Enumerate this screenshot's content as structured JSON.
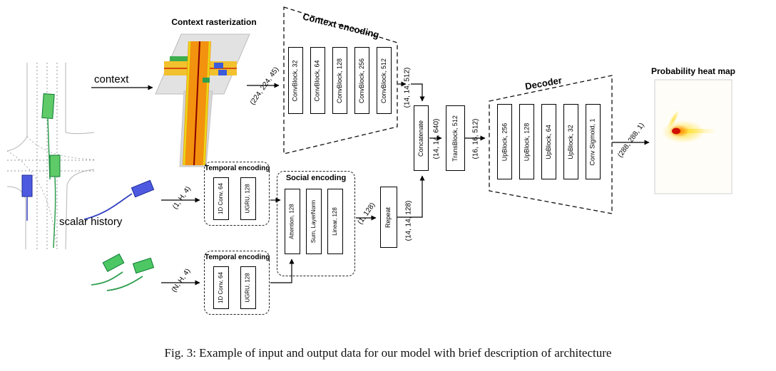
{
  "figure": {
    "caption": "Fig. 3: Example of input and output data for our model with brief description of architecture"
  },
  "inputs": {
    "context_label": "context",
    "scalar_history_label": "scalar history",
    "context_rasterization_title": "Context rasterization"
  },
  "context_encoding": {
    "title": "Context encoding",
    "blocks": [
      "ConvBlock, 32",
      "ConvBlock, 64",
      "ConvBlock, 128",
      "ConvBlock, 256",
      "ConvBlock, 512"
    ]
  },
  "temporal_encoding_target": {
    "title": "Temporal encoding",
    "blocks": [
      "1D Conv, 64",
      "UGRU, 128"
    ]
  },
  "temporal_encoding_others": {
    "title": "Temporal encoding",
    "blocks": [
      "1D Conv, 64",
      "UGRU, 128"
    ]
  },
  "social_encoding": {
    "title": "Social encoding",
    "blocks": [
      "Attention, 128",
      "Sum, LayerNorm",
      "Linear, 128"
    ]
  },
  "fusion": {
    "concatenate": "Concatenate",
    "transblock": "TransBlock, 512",
    "repeat": "Repeat"
  },
  "decoder": {
    "title": "Decoder",
    "blocks": [
      "UpBlock, 256",
      "UpBlock, 128",
      "UpBlock, 64",
      "UpBlock, 32",
      "Conv Sigmoid, 1"
    ]
  },
  "output": {
    "title": "Probability heat map"
  },
  "tensor_shapes": {
    "context_in": "(224, 224, 45)",
    "context_out": "(14, 14, 512)",
    "target_in": "(1, H, 4)",
    "others_in": "(N, H, 4)",
    "social_out": "(1, 128)",
    "repeat_out": "(14, 14, 128)",
    "concat_out": "(14, 14, 640)",
    "trans_out": "(16, 16, 512)",
    "decoder_out": "(288, 288, 1)"
  },
  "colors": {
    "target_agent": "#4d5ae0",
    "other_agents": "#4cc763",
    "heat_core": "#d01000"
  }
}
